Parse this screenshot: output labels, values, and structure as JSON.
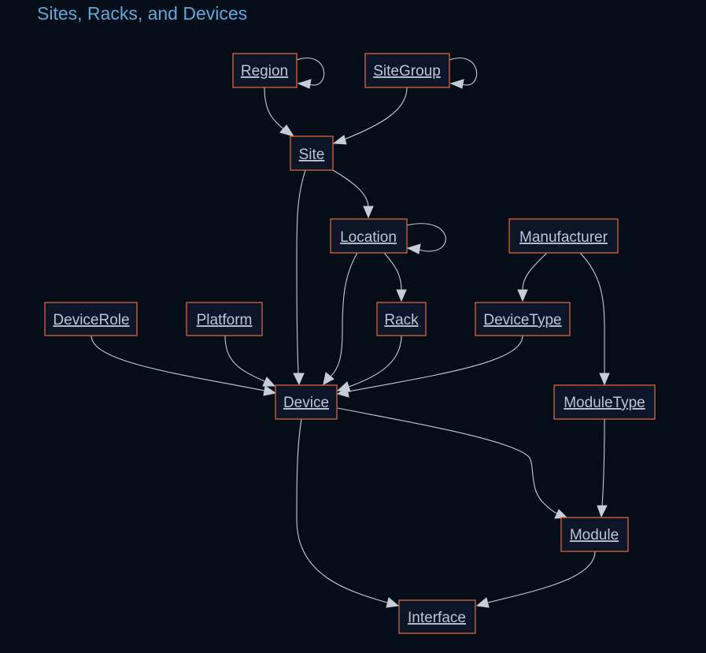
{
  "title": "Sites, Racks, and Devices",
  "colors": {
    "background": "#050d18",
    "title": "#5fa8d8",
    "node_border": "#d9653a",
    "node_fill": "#0d1529",
    "node_text": "#b9c6dc",
    "edge": "#c8ccd6"
  },
  "nodes": {
    "region": "Region",
    "sitegroup": "SiteGroup",
    "site": "Site",
    "location": "Location",
    "manufacturer": "Manufacturer",
    "devicerole": "DeviceRole",
    "platform": "Platform",
    "rack": "Rack",
    "devicetype": "DeviceType",
    "device": "Device",
    "moduletype": "ModuleType",
    "module": "Module",
    "interface": "Interface"
  },
  "edges": [
    [
      "region",
      "region"
    ],
    [
      "sitegroup",
      "sitegroup"
    ],
    [
      "region",
      "site"
    ],
    [
      "sitegroup",
      "site"
    ],
    [
      "site",
      "location"
    ],
    [
      "site",
      "device"
    ],
    [
      "location",
      "location"
    ],
    [
      "location",
      "rack"
    ],
    [
      "location",
      "device"
    ],
    [
      "manufacturer",
      "devicetype"
    ],
    [
      "manufacturer",
      "moduletype"
    ],
    [
      "devicerole",
      "device"
    ],
    [
      "platform",
      "device"
    ],
    [
      "rack",
      "device"
    ],
    [
      "devicetype",
      "device"
    ],
    [
      "device",
      "module"
    ],
    [
      "device",
      "interface"
    ],
    [
      "moduletype",
      "module"
    ],
    [
      "module",
      "interface"
    ]
  ]
}
